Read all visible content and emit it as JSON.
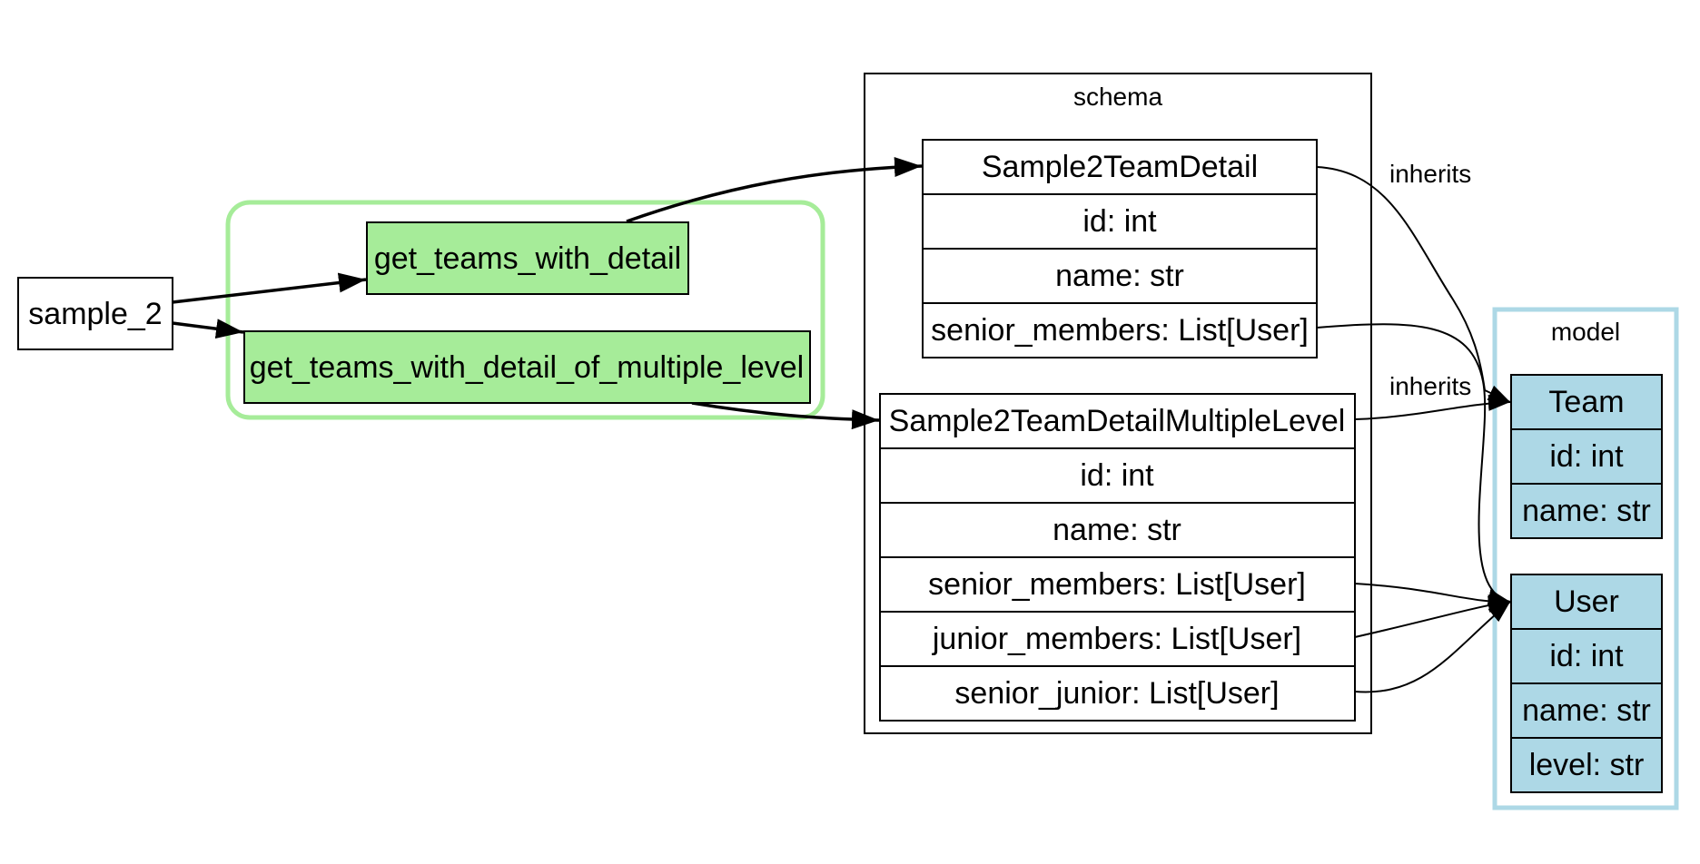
{
  "clusters": {
    "routes": {},
    "schema": {
      "label": "schema"
    },
    "model": {
      "label": "model"
    }
  },
  "entry": {
    "label": "sample_2"
  },
  "routes": [
    {
      "label": "get_teams_with_detail"
    },
    {
      "label": "get_teams_with_detail_of_multiple_level"
    }
  ],
  "schemas": [
    {
      "name": "Sample2TeamDetail",
      "fields": [
        "id: int",
        "name: str",
        "senior_members: List[User]"
      ]
    },
    {
      "name": "Sample2TeamDetailMultipleLevel",
      "fields": [
        "id: int",
        "name: str",
        "senior_members: List[User]",
        "junior_members: List[User]",
        "senior_junior: List[User]"
      ]
    }
  ],
  "models": [
    {
      "name": "Team",
      "fields": [
        "id: int",
        "name: str"
      ]
    },
    {
      "name": "User",
      "fields": [
        "id: int",
        "name: str",
        "level: str"
      ]
    }
  ],
  "edges": {
    "inherits_label": "inherits"
  },
  "colors": {
    "route_fill": "#a6ec99",
    "route_cluster_border": "#a6ec99",
    "model_fill": "#add8e6",
    "model_cluster_border": "#add8e6",
    "line": "#000000"
  }
}
